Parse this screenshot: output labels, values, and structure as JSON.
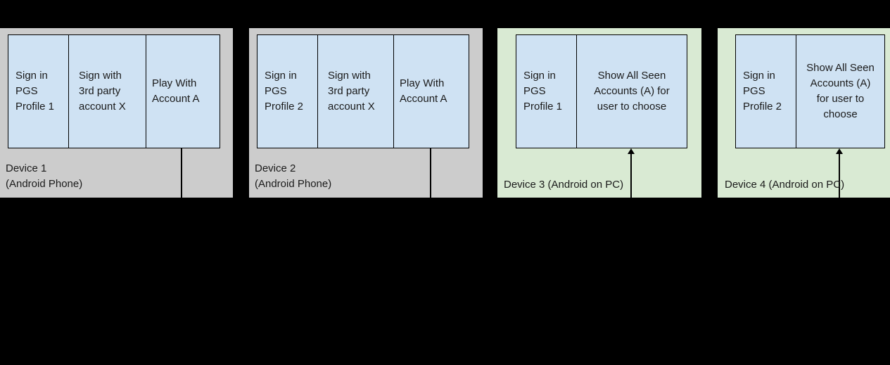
{
  "colors": {
    "canvas_bg": "#000000",
    "device_gray": "#cccccc",
    "device_green": "#d9ead3",
    "step_blue": "#cfe2f3",
    "line_black": "#000000",
    "text_color": "#1a1a1a"
  },
  "devices": [
    {
      "label_lines": [
        "Device 1",
        "(Android Phone)"
      ],
      "steps": [
        "Sign in PGS Profile 1",
        "Sign with 3rd party account X",
        "Play With Account A"
      ],
      "connector": "line-down"
    },
    {
      "label_lines": [
        "Device 2",
        "(Android Phone)"
      ],
      "steps": [
        "Sign in PGS Profile 2",
        "Sign with 3rd party account X",
        "Play With Account A"
      ],
      "connector": "line-down"
    },
    {
      "label_lines": [
        "Device 3 (Android on PC)"
      ],
      "steps": [
        "Sign in PGS Profile 1",
        "Show All Seen Accounts (A) for user to choose"
      ],
      "connector": "arrow-up"
    },
    {
      "label_lines": [
        "Device 4 (Android on PC)"
      ],
      "steps": [
        "Sign in PGS Profile 2",
        "Show All Seen Accounts (A) for user to choose"
      ],
      "connector": "arrow-up"
    }
  ]
}
